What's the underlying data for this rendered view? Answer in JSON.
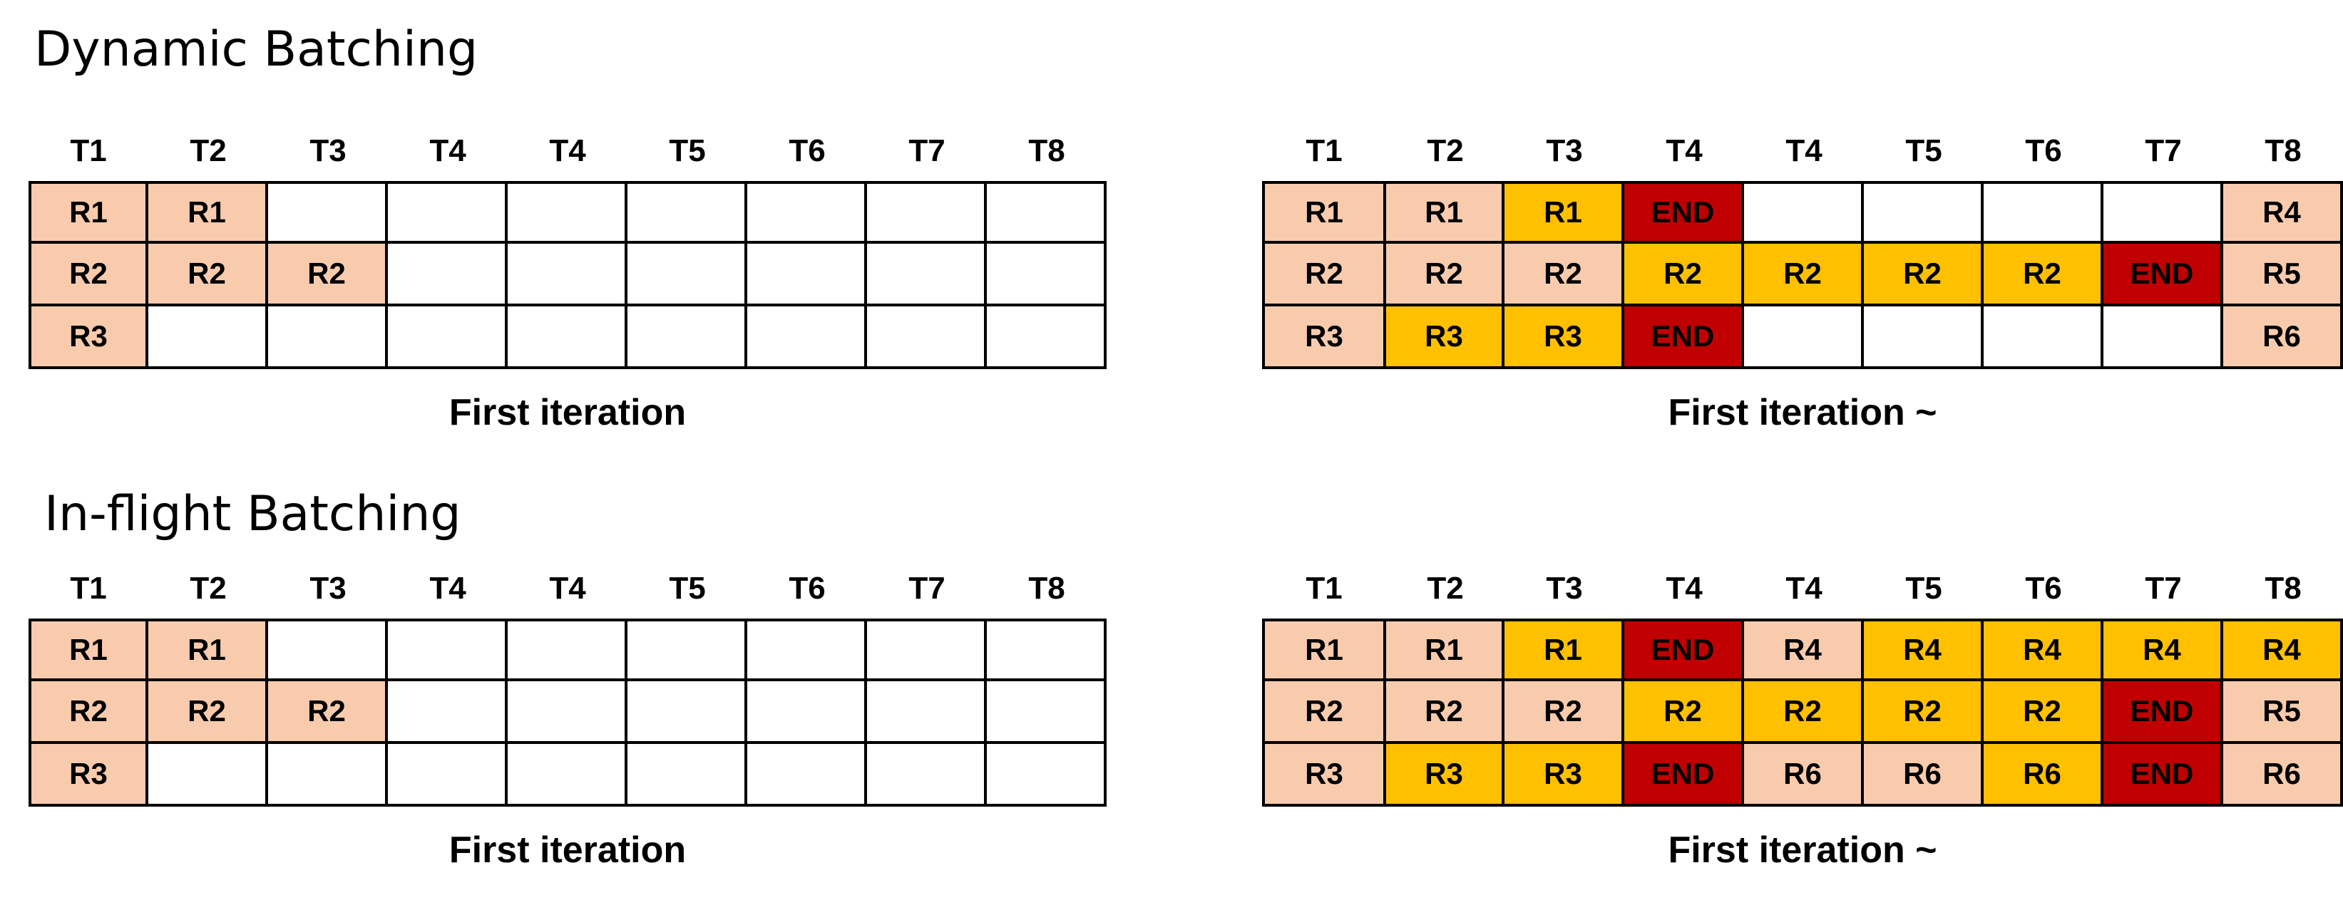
{
  "sections": {
    "dynamic": {
      "title": "Dynamic Batching"
    },
    "inflight": {
      "title": "In-flight Batching"
    }
  },
  "colors": {
    "empty": "#ffffff",
    "light": "#f8cbad",
    "gold": "#ffc000",
    "red": "#c00000"
  },
  "panels": {
    "dyn_first": {
      "caption": "First iteration",
      "time_labels": [
        "T1",
        "T2",
        "T3",
        "T4",
        "T4",
        "T5",
        "T6",
        "T7",
        "T8"
      ],
      "rows": [
        [
          {
            "t": "R1",
            "c": "light"
          },
          {
            "t": "R1",
            "c": "light"
          },
          {
            "t": "",
            "c": "empty"
          },
          {
            "t": "",
            "c": "empty"
          },
          {
            "t": "",
            "c": "empty"
          },
          {
            "t": "",
            "c": "empty"
          },
          {
            "t": "",
            "c": "empty"
          },
          {
            "t": "",
            "c": "empty"
          },
          {
            "t": "",
            "c": "empty"
          }
        ],
        [
          {
            "t": "R2",
            "c": "light"
          },
          {
            "t": "R2",
            "c": "light"
          },
          {
            "t": "R2",
            "c": "light"
          },
          {
            "t": "",
            "c": "empty"
          },
          {
            "t": "",
            "c": "empty"
          },
          {
            "t": "",
            "c": "empty"
          },
          {
            "t": "",
            "c": "empty"
          },
          {
            "t": "",
            "c": "empty"
          },
          {
            "t": "",
            "c": "empty"
          }
        ],
        [
          {
            "t": "R3",
            "c": "light"
          },
          {
            "t": "",
            "c": "empty"
          },
          {
            "t": "",
            "c": "empty"
          },
          {
            "t": "",
            "c": "empty"
          },
          {
            "t": "",
            "c": "empty"
          },
          {
            "t": "",
            "c": "empty"
          },
          {
            "t": "",
            "c": "empty"
          },
          {
            "t": "",
            "c": "empty"
          },
          {
            "t": "",
            "c": "empty"
          }
        ]
      ]
    },
    "dyn_iter": {
      "caption": "First iteration ~",
      "time_labels": [
        "T1",
        "T2",
        "T3",
        "T4",
        "T4",
        "T5",
        "T6",
        "T7",
        "T8"
      ],
      "rows": [
        [
          {
            "t": "R1",
            "c": "light"
          },
          {
            "t": "R1",
            "c": "light"
          },
          {
            "t": "R1",
            "c": "gold"
          },
          {
            "t": "END",
            "c": "red"
          },
          {
            "t": "",
            "c": "empty"
          },
          {
            "t": "",
            "c": "empty"
          },
          {
            "t": "",
            "c": "empty"
          },
          {
            "t": "",
            "c": "empty"
          },
          {
            "t": "R4",
            "c": "light"
          }
        ],
        [
          {
            "t": "R2",
            "c": "light"
          },
          {
            "t": "R2",
            "c": "light"
          },
          {
            "t": "R2",
            "c": "light"
          },
          {
            "t": "R2",
            "c": "gold"
          },
          {
            "t": "R2",
            "c": "gold"
          },
          {
            "t": "R2",
            "c": "gold"
          },
          {
            "t": "R2",
            "c": "gold"
          },
          {
            "t": "END",
            "c": "red"
          },
          {
            "t": "R5",
            "c": "light"
          }
        ],
        [
          {
            "t": "R3",
            "c": "light"
          },
          {
            "t": "R3",
            "c": "gold"
          },
          {
            "t": "R3",
            "c": "gold"
          },
          {
            "t": "END",
            "c": "red"
          },
          {
            "t": "",
            "c": "empty"
          },
          {
            "t": "",
            "c": "empty"
          },
          {
            "t": "",
            "c": "empty"
          },
          {
            "t": "",
            "c": "empty"
          },
          {
            "t": "R6",
            "c": "light"
          }
        ]
      ]
    },
    "inf_first": {
      "caption": "First iteration",
      "time_labels": [
        "T1",
        "T2",
        "T3",
        "T4",
        "T4",
        "T5",
        "T6",
        "T7",
        "T8"
      ],
      "rows": [
        [
          {
            "t": "R1",
            "c": "light"
          },
          {
            "t": "R1",
            "c": "light"
          },
          {
            "t": "",
            "c": "empty"
          },
          {
            "t": "",
            "c": "empty"
          },
          {
            "t": "",
            "c": "empty"
          },
          {
            "t": "",
            "c": "empty"
          },
          {
            "t": "",
            "c": "empty"
          },
          {
            "t": "",
            "c": "empty"
          },
          {
            "t": "",
            "c": "empty"
          }
        ],
        [
          {
            "t": "R2",
            "c": "light"
          },
          {
            "t": "R2",
            "c": "light"
          },
          {
            "t": "R2",
            "c": "light"
          },
          {
            "t": "",
            "c": "empty"
          },
          {
            "t": "",
            "c": "empty"
          },
          {
            "t": "",
            "c": "empty"
          },
          {
            "t": "",
            "c": "empty"
          },
          {
            "t": "",
            "c": "empty"
          },
          {
            "t": "",
            "c": "empty"
          }
        ],
        [
          {
            "t": "R3",
            "c": "light"
          },
          {
            "t": "",
            "c": "empty"
          },
          {
            "t": "",
            "c": "empty"
          },
          {
            "t": "",
            "c": "empty"
          },
          {
            "t": "",
            "c": "empty"
          },
          {
            "t": "",
            "c": "empty"
          },
          {
            "t": "",
            "c": "empty"
          },
          {
            "t": "",
            "c": "empty"
          },
          {
            "t": "",
            "c": "empty"
          }
        ]
      ]
    },
    "inf_iter": {
      "caption": "First iteration ~",
      "time_labels": [
        "T1",
        "T2",
        "T3",
        "T4",
        "T4",
        "T5",
        "T6",
        "T7",
        "T8"
      ],
      "rows": [
        [
          {
            "t": "R1",
            "c": "light"
          },
          {
            "t": "R1",
            "c": "light"
          },
          {
            "t": "R1",
            "c": "gold"
          },
          {
            "t": "END",
            "c": "red"
          },
          {
            "t": "R4",
            "c": "light"
          },
          {
            "t": "R4",
            "c": "gold"
          },
          {
            "t": "R4",
            "c": "gold"
          },
          {
            "t": "R4",
            "c": "gold"
          },
          {
            "t": "R4",
            "c": "gold"
          }
        ],
        [
          {
            "t": "R2",
            "c": "light"
          },
          {
            "t": "R2",
            "c": "light"
          },
          {
            "t": "R2",
            "c": "light"
          },
          {
            "t": "R2",
            "c": "gold"
          },
          {
            "t": "R2",
            "c": "gold"
          },
          {
            "t": "R2",
            "c": "gold"
          },
          {
            "t": "R2",
            "c": "gold"
          },
          {
            "t": "END",
            "c": "red"
          },
          {
            "t": "R5",
            "c": "light"
          }
        ],
        [
          {
            "t": "R3",
            "c": "light"
          },
          {
            "t": "R3",
            "c": "gold"
          },
          {
            "t": "R3",
            "c": "gold"
          },
          {
            "t": "END",
            "c": "red"
          },
          {
            "t": "R6",
            "c": "light"
          },
          {
            "t": "R6",
            "c": "light"
          },
          {
            "t": "R6",
            "c": "gold"
          },
          {
            "t": "END",
            "c": "red"
          },
          {
            "t": "R6",
            "c": "light"
          }
        ]
      ]
    }
  }
}
